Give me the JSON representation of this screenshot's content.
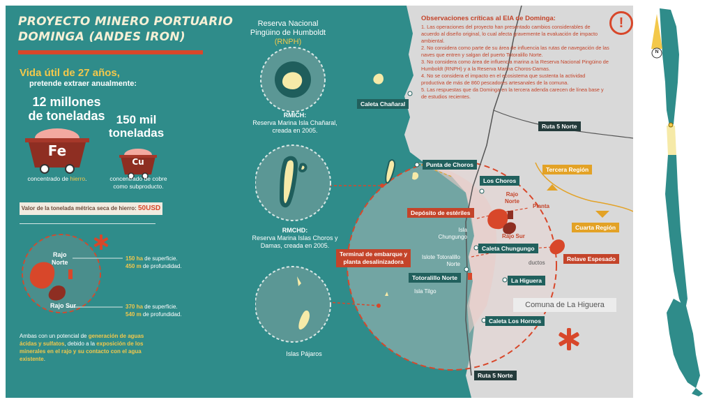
{
  "title": {
    "line1": "PROYECTO MINERO PORTUARIO",
    "line2": "DOMINGA (ANDES IRON)"
  },
  "intro": {
    "life": "Vida útil de 27 años,",
    "pretend": "pretende extraer anualmente:"
  },
  "iron": {
    "amount_line1": "12 millones",
    "amount_line2": "de toneladas",
    "symbol": "Fe",
    "caption_pre": "concentrado de ",
    "caption_highlight": "hierro",
    "caption_post": "."
  },
  "copper": {
    "amount_line1": "150 mil",
    "amount_line2": "toneladas",
    "symbol": "Cu",
    "caption_line1": "concentrado de cobre",
    "caption_line2": "como subproducto."
  },
  "price": {
    "label": "Valor de la tonelada métrica seca de hierro: ",
    "value": "50USD"
  },
  "pits": {
    "norte_label_1": "Rajo",
    "norte_label_2": "Norte",
    "sur_label": "Rajo Sur",
    "norte_ha": "150 ha",
    "norte_ha_text": " de superficie.",
    "norte_m": "450 m",
    "norte_m_text": " de profundidad.",
    "sur_ha": "370 ha",
    "sur_ha_text": " de superficie.",
    "sur_m": "540 m",
    "sur_m_text": " de profundidad."
  },
  "note": {
    "p1": "Ambas con un potencial de ",
    "b1": "generación de aguas ácidas y sulfatos",
    "p2": ", debido a la ",
    "b2": "exposición de los minerales en el rajo y su contacto con el agua existente",
    "p3": "."
  },
  "reserve": {
    "line1": "Reserva Nacional",
    "line2": "Pingüino de Humboldt ",
    "abbr": "(RNPH)"
  },
  "rmich": {
    "code": "RMICH:",
    "line1": "Reserva Marina Isla Chañaral,",
    "line2": "creada en 2005."
  },
  "rmchd": {
    "code": "RMCHD:",
    "line1": "Reserva Marina Islas Choros y",
    "line2": "Damas, creada en 2005."
  },
  "pajaros": "Islas Pájaros",
  "observations": {
    "heading": "Observaciones críticas al EIA de Dominga:",
    "items": [
      "1. Las operaciones del proyecto han presentado cambios considerables de acuerdo al diseño original, lo cual afecta gravemente la evaluación de impacto ambiental.",
      "2. No considera como parte de su área de influencia las rutas de navegación de las naves que entren y salgan del puerto Totoralillo Norte.",
      "3. No considera como área de influencia marina a la Reserva Nacional Pingüino de Humboldt (RNPH) y a la Reserva Marina Choros-Damas.",
      "4. No se considera el impacto en el ecosistema que sustenta la actividad productiva de más de 860 pescadores artesanales de la comuna.",
      "5. Las respuestas que da Dominga en la tercera adenda carecen de línea base y de estudios recientes."
    ],
    "alert_symbol": "!"
  },
  "places": {
    "caleta_chanaral": "Caleta Chañaral",
    "punta_choros": "Punta de Choros",
    "los_choros": "Los Choros",
    "caleta_chungungo": "Caleta Chungungo",
    "totoralillo_norte": "Totoralillo Norte",
    "la_higuera": "La Higuera",
    "caleta_los_hornos": "Caleta Los Hornos",
    "ruta5_top": "Ruta 5 Norte",
    "ruta5_bottom": "Ruta 5 Norte",
    "tercera_region": "Tercera Región",
    "cuarta_region": "Cuarta Región",
    "deposito": "Depósito de estériles",
    "terminal_1": "Terminal de embarque y",
    "terminal_2": "planta desalinizadora",
    "relave": "Relave Espesado",
    "rajo_norte_1": "Rajo",
    "rajo_norte_2": "Norte",
    "rajo_sur": "Rajo Sur",
    "planta": "Planta",
    "ductos": "ductos",
    "isla_chungungo_1": "Isla",
    "isla_chungungo_2": "Chungungo",
    "islote_1": "Islote Totoralillo",
    "islote_2": "Norte",
    "isla_tilgo": "Isla Tilgo",
    "comuna": "Comuna de La Higuera"
  },
  "compass": "N",
  "colors": {
    "teal": "#2f8c8a",
    "red": "#d8472a",
    "yellow": "#f3c84b",
    "cream": "#f6f0d6",
    "land": "#d8d8d8",
    "zone": "#e9cfcb"
  }
}
